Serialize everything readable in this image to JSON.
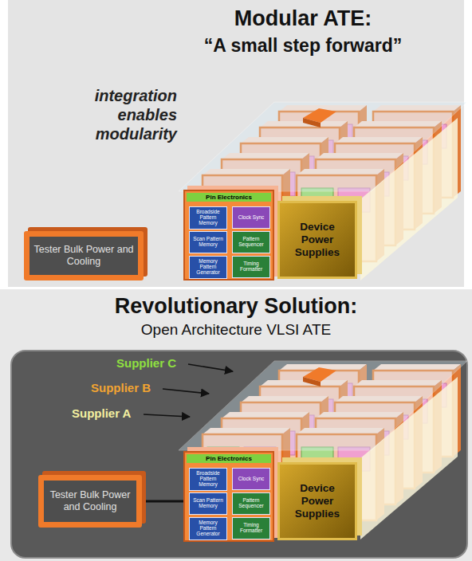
{
  "diagram": {
    "title": "Modular ATE:",
    "nodes": [
      {
        "text": [
          "Tester Bulk Power and Cooling"
        ]
      },
      {
        "text": [
          "Pin Electronics"
        ]
      },
      {
        "text": [
          "Broadside Pattern Memory"
        ],
        "in": 1
      },
      {
        "text": [
          "Clock Sync"
        ],
        "in": 1
      },
      {
        "text": [
          "Scan Pattern Memory"
        ],
        "in": 1
      },
      {
        "text": [
          "Pattern Sequencer"
        ],
        "in": 1
      },
      {
        "text": [
          "Memory Pattern Generator"
        ],
        "in": 1
      },
      {
        "text": [
          "Timing Formatter"
        ],
        "in": 1
      },
      {
        "text": [
          "Device Power Supplies"
        ]
      },
      {
        "text": [
          "Tester Bulk Power and Cooling"
        ]
      },
      {
        "text": [
          "Pin Electronics"
        ]
      },
      {
        "text": [
          "Broadside Pattern Memory"
        ],
        "in": 10
      },
      {
        "text": [
          "Clock Sync"
        ],
        "in": 10
      },
      {
        "text": [
          "Scan Pattern Memory"
        ],
        "in": 10
      },
      {
        "text": [
          "Pattern Sequencer"
        ],
        "in": 10
      },
      {
        "text": [
          "Memory Pattern Generator"
        ],
        "in": 10
      },
      {
        "text": [
          "Timing Formatter"
        ],
        "in": 10
      },
      {
        "text": [
          "Device Power Supplies"
        ]
      }
    ],
    "edges": [
      {
        "from": 9,
        "to": 10,
        "arrow": "none"
      }
    ],
    "labels": [
      "“A small step forward”",
      "integration enables modularity",
      "Revolutionary Solution:",
      "Open Architecture VLSI ATE",
      "Supplier C",
      "Supplier B",
      "Supplier A"
    ]
  }
}
